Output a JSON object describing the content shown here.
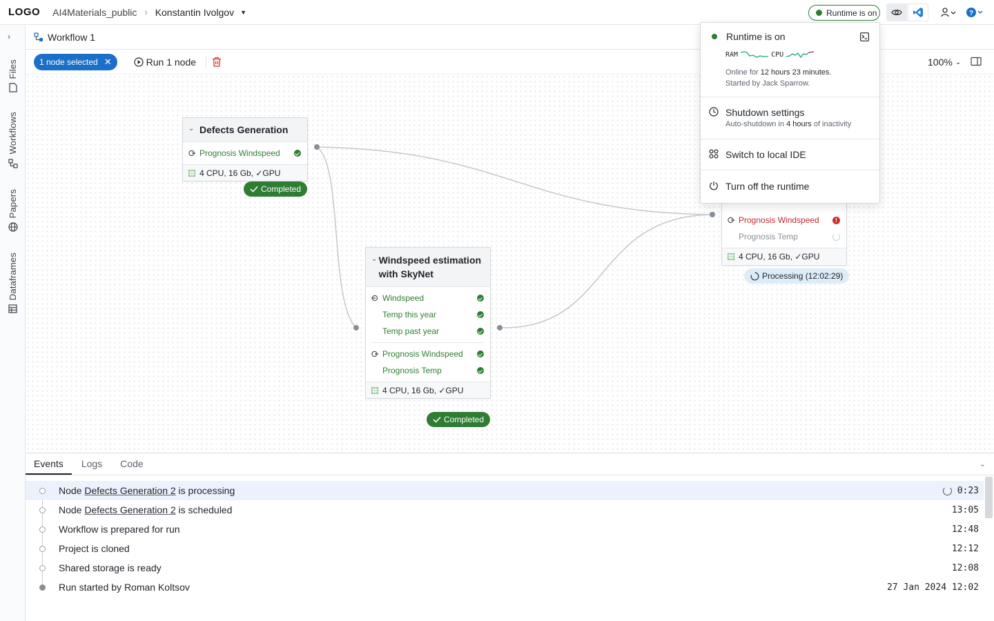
{
  "topbar": {
    "logo": "LOGO",
    "project": "AI4Materials_public",
    "user": "Konstantin Ivolgov",
    "runtime_label": "Runtime is on"
  },
  "sidebar": {
    "items": [
      {
        "label": "Files",
        "icon": "file-icon"
      },
      {
        "label": "Workflows",
        "icon": "workflow-icon"
      },
      {
        "label": "Papers",
        "icon": "globe-icon"
      },
      {
        "label": "Dataframes",
        "icon": "table-icon"
      }
    ]
  },
  "workflow": {
    "title": "Workflow 1"
  },
  "toolbar": {
    "selection_label": "1 node selected",
    "run_label": "Run 1 node",
    "zoom": "100%"
  },
  "nodes": {
    "defects": {
      "title": "Defects Generation",
      "outputs": [
        "Prognosis Windspeed"
      ],
      "resources": "4 CPU, 16 Gb, ✓GPU",
      "status": "Completed"
    },
    "windspeed": {
      "title": "Windspeed estimation with SkyNet",
      "inputs": [
        "Windspeed",
        "Temp this year",
        "Temp past year"
      ],
      "outputs": [
        "Prognosis Windspeed",
        "Prognosis Temp"
      ],
      "resources": "4 CPU, 16 Gb, ✓GPU",
      "status": "Completed"
    },
    "defects2": {
      "outputs": [
        "Prognosis Windspeed",
        "Prognosis Temp"
      ],
      "resources": "4 CPU, 16 Gb, ✓GPU",
      "status": "Processing (12:02:29)"
    }
  },
  "runtime_popover": {
    "title": "Runtime is on",
    "ram_label": "RAM",
    "cpu_label": "CPU",
    "online_prefix": "Online for ",
    "online_duration": "12 hours 23 minutes.",
    "started_by": "Started by Jack Sparrow.",
    "shutdown_title": "Shutdown settings",
    "shutdown_prefix": "Auto-shutdown in ",
    "shutdown_duration": "4 hours",
    "shutdown_suffix": " of inactivity",
    "switch_ide": "Switch to local IDE",
    "turn_off": "Turn off the runtime"
  },
  "bottom_panel": {
    "tabs": [
      "Events",
      "Logs",
      "Code"
    ],
    "events": [
      {
        "prefix": "Node ",
        "link": "Defects Generation 2",
        "suffix": " is processing",
        "time": "0:23"
      },
      {
        "prefix": "Node ",
        "link": "Defects Generation 2",
        "suffix": " is scheduled",
        "time": "13:05"
      },
      {
        "text": "Workflow is prepared for run",
        "time": "12:48"
      },
      {
        "text": "Project is cloned",
        "time": "12:12"
      },
      {
        "text": "Shared storage is ready",
        "time": "12:08"
      },
      {
        "text": "Run started by Roman Koltsov",
        "time": "27 Jan 2024 12:02"
      }
    ]
  },
  "colors": {
    "accent_blue": "#1b6fc9",
    "success_green": "#2e7d32",
    "error_red": "#d32f2f"
  }
}
